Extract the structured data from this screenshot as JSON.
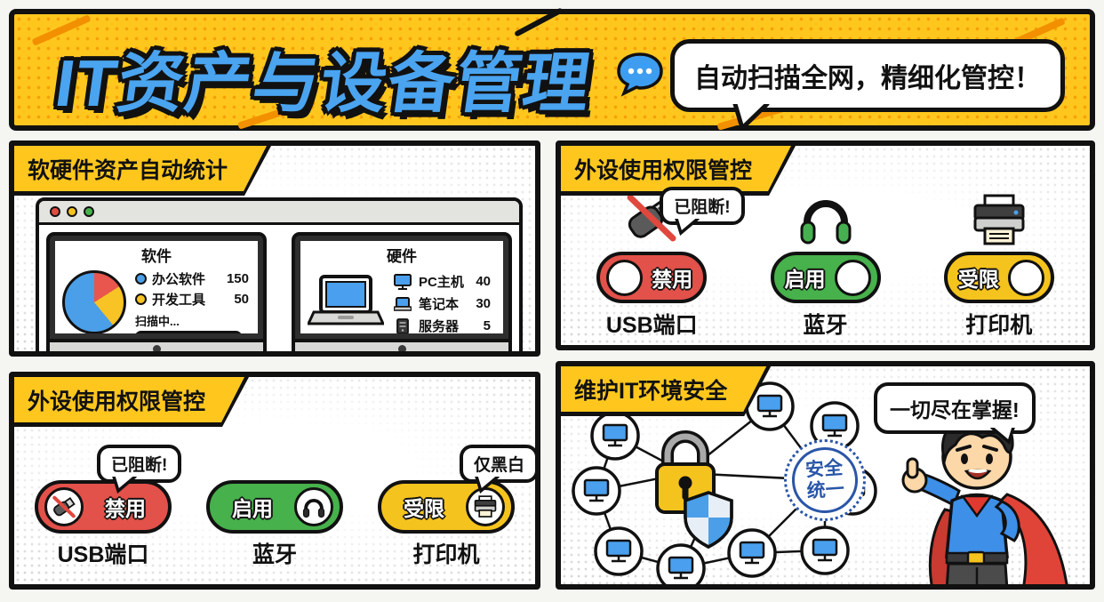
{
  "banner": {
    "title": "IT资产与设备管理",
    "bubble": "自动扫描全网，精细化管控！"
  },
  "panel_assets": {
    "header": "软硬件资产自动统计",
    "software": {
      "title": "软件",
      "legend": [
        {
          "label": "办公软件",
          "value": "150"
        },
        {
          "label": "开发工具",
          "value": "50"
        }
      ],
      "scanning": "扫描中...",
      "progress_percent": 66
    },
    "hardware": {
      "title": "硬件",
      "rows": [
        {
          "label": "PC主机",
          "value": "40"
        },
        {
          "label": "笔记本",
          "value": "30"
        },
        {
          "label": "服务器",
          "value": "5"
        }
      ]
    }
  },
  "panel_permissions_top": {
    "header": "外设使用权限管控",
    "items": [
      {
        "label": "USB端口",
        "state": "禁用",
        "bubble": "已阻断!"
      },
      {
        "label": "蓝牙",
        "state": "启用"
      },
      {
        "label": "打印机",
        "state": "受限"
      }
    ]
  },
  "panel_permissions_bottom": {
    "header": "外设使用权限管控",
    "items": [
      {
        "label": "USB端口",
        "state": "禁用",
        "bubble": "已阻断!"
      },
      {
        "label": "蓝牙",
        "state": "启用"
      },
      {
        "label": "打印机",
        "state": "受限",
        "bubble": "仅黑白"
      }
    ]
  },
  "panel_security": {
    "header": "维护IT环境安全",
    "badge_line1": "安全",
    "badge_line2": "统一",
    "bubble": "一切尽在掌握!"
  },
  "chart_data": {
    "type": "pie",
    "title": "软件",
    "categories": [
      "办公软件",
      "开发工具"
    ],
    "values": [
      150,
      50
    ],
    "colors": [
      "#4a9fe8",
      "#f7c325"
    ],
    "unlabeled_slice_color": "#e8564e",
    "legend_position": "right"
  },
  "colors": {
    "banner_yellow": "#ffc71e",
    "title_blue": "#4aa4f0",
    "outline_black": "#111111",
    "disabled_red": "#e2514a",
    "enabled_green": "#47b14b",
    "restricted_yellow": "#f5c31d",
    "badge_blue": "#2a56a8",
    "screen_blue": "#4aa0ee"
  },
  "icons": [
    "chat-bubble-icon",
    "usb-blocked-icon",
    "headphones-icon",
    "printer-icon",
    "desktop-icon",
    "laptop-icon",
    "server-icon",
    "padlock-icon",
    "shield-icon",
    "network-node-pc-icon",
    "traffic-light-red-icon",
    "traffic-light-yellow-icon",
    "traffic-light-green-icon",
    "mascot-character"
  ]
}
